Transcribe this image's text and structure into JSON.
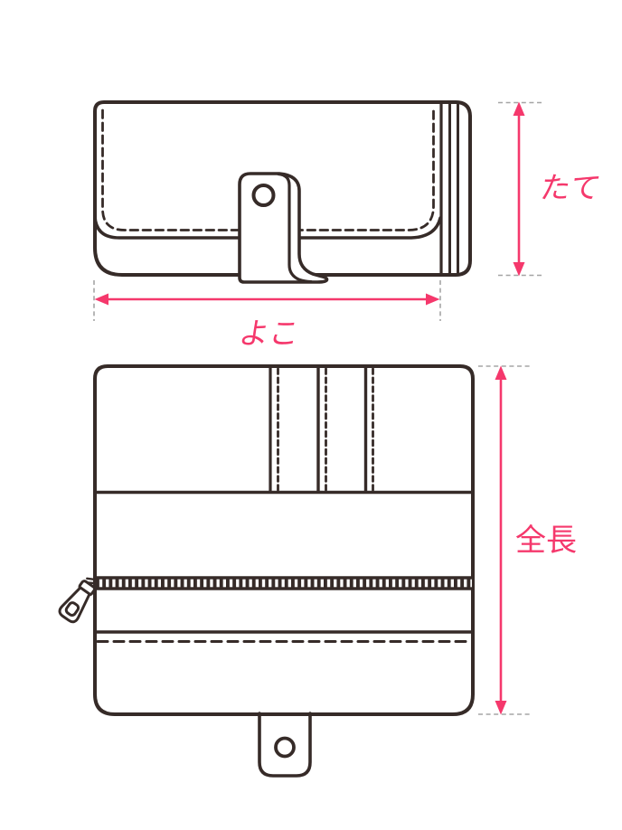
{
  "diagram": {
    "type": "product-dimension-diagram",
    "subject": "wallet",
    "views": [
      {
        "name": "closed-wallet-front-view",
        "dimension_labels": [
          "たて",
          "よこ"
        ]
      },
      {
        "name": "open-wallet-inside-view",
        "dimension_labels": [
          "全長"
        ]
      }
    ]
  },
  "dimensions": {
    "tate": {
      "label": "たて",
      "orientation": "vertical",
      "measures": "height of closed wallet"
    },
    "yoko": {
      "label": "よこ",
      "orientation": "horizontal",
      "measures": "width of closed wallet"
    },
    "zencho": {
      "label": "全長",
      "orientation": "vertical",
      "measures": "total length of opened wallet"
    }
  },
  "icons": {
    "snap_button": "circle",
    "snap_hole": "circle",
    "zipper_pull": "tapered-tab-with-hole",
    "zipper_teeth": "striped-band",
    "arrowheads": "filled-triangles"
  },
  "colors": {
    "line_art": "#362b28",
    "accent_pink": "#f5386c",
    "extension_line_gray": "#a5a5a5",
    "background": "#ffffff"
  }
}
